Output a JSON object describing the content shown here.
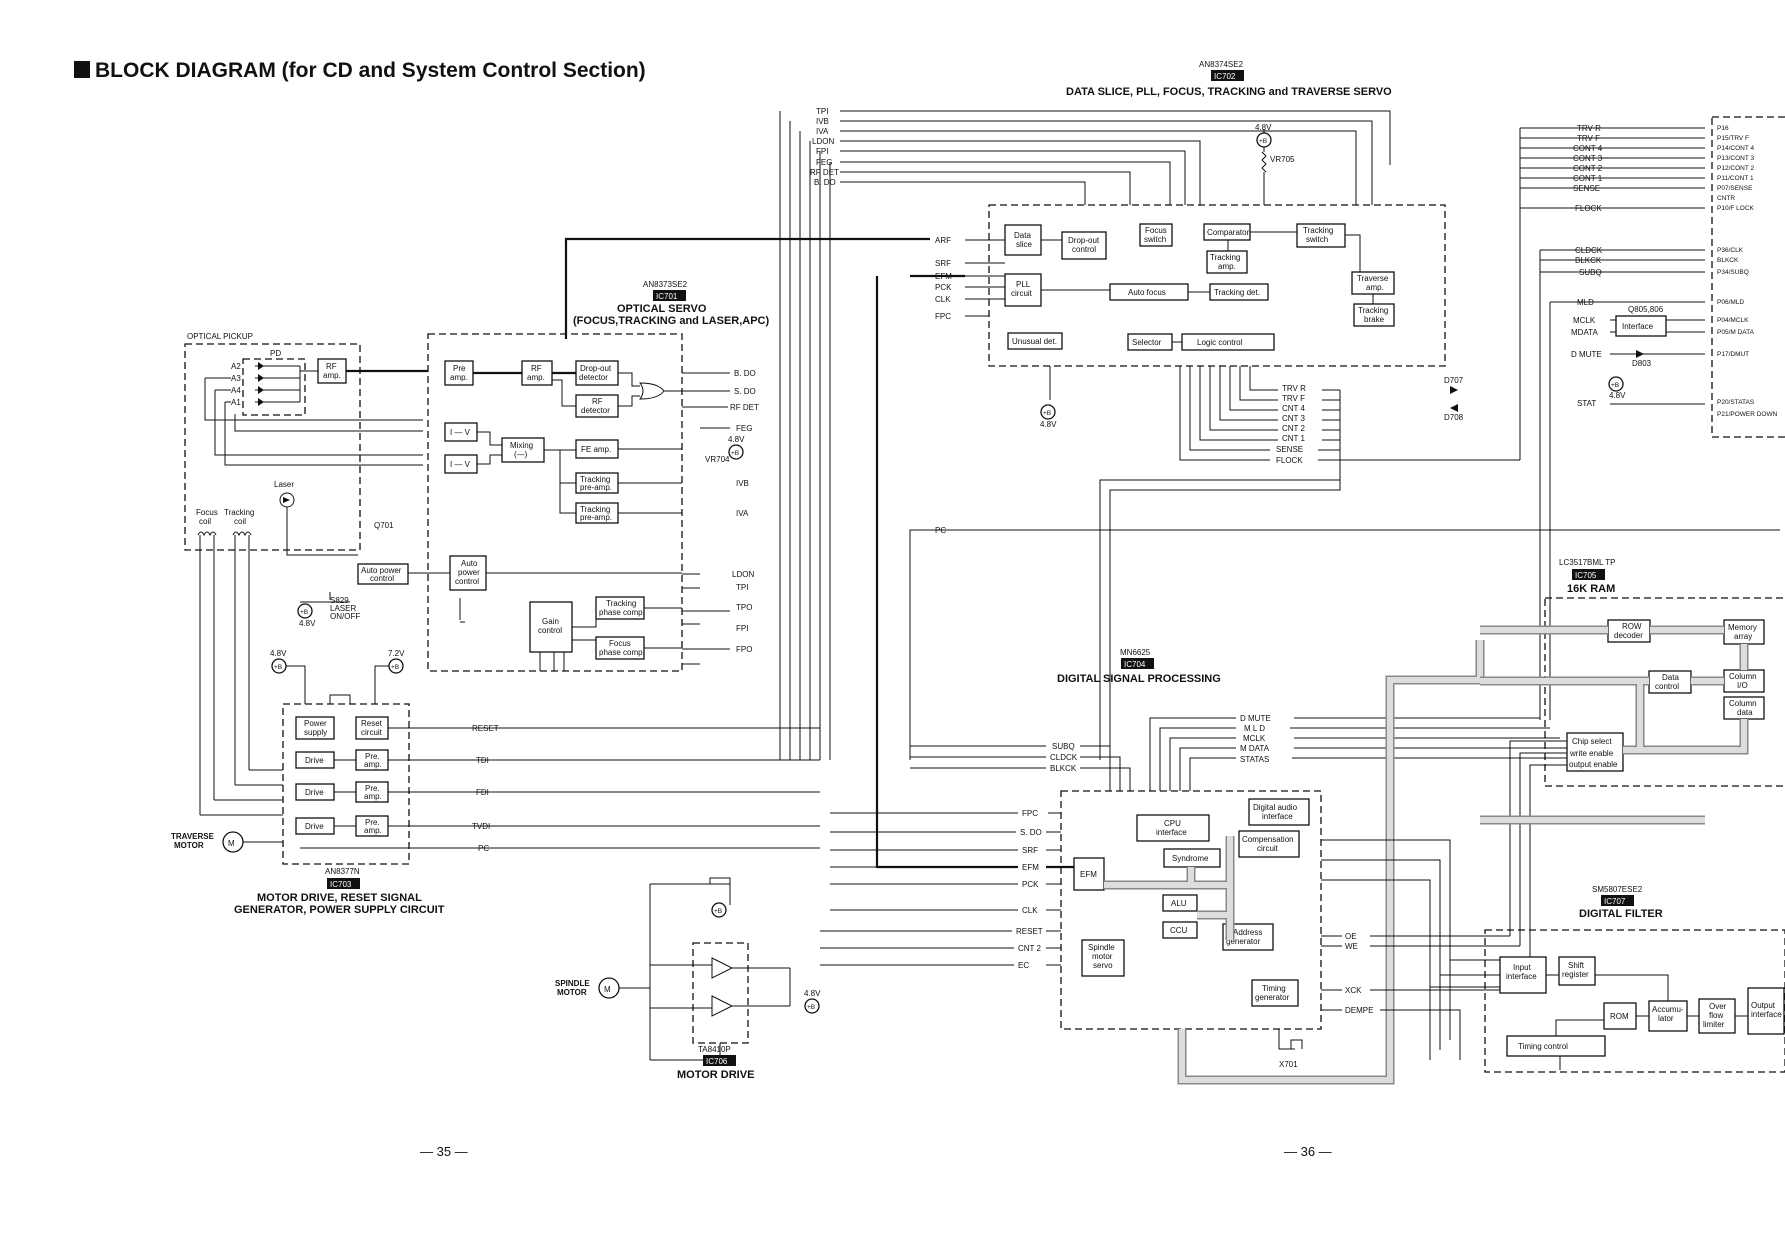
{
  "title": "BLOCK DIAGRAM (for CD and System Control Section)",
  "page_numbers": [
    "— 35 —",
    "— 36 —"
  ],
  "chips": {
    "ic701": {
      "part": "AN8373SE2",
      "ref": "IC701",
      "name1": "OPTICAL SERVO",
      "name2": "(FOCUS,TRACKING and LASER,APC)"
    },
    "ic702": {
      "part": "AN8374SE2",
      "ref": "IC702",
      "name": "DATA SLICE, PLL, FOCUS, TRACKING and TRAVERSE SERVO"
    },
    "ic703": {
      "part": "AN8377N",
      "ref": "IC703",
      "name1": "MOTOR DRIVE, RESET SIGNAL",
      "name2": "GENERATOR, POWER SUPPLY CIRCUIT"
    },
    "ic704": {
      "part": "MN6625",
      "ref": "IC704",
      "name": "DIGITAL SIGNAL PROCESSING"
    },
    "ic705": {
      "part": "LC3517BML TP",
      "ref": "IC705",
      "name": "16K RAM"
    },
    "ic706": {
      "part": "TA8410P",
      "ref": "IC706",
      "name": "MOTOR DRIVE"
    },
    "ic707": {
      "part": "SM5807ESE2",
      "ref": "IC707",
      "name": "DIGITAL FILTER"
    }
  },
  "pickup": {
    "label": "OPTICAL PICKUP",
    "pd": "PD",
    "pins": [
      "A2",
      "A3",
      "A4",
      "A1"
    ],
    "rf_amp": [
      "RF",
      "amp."
    ],
    "laser": "Laser",
    "focus_coil": [
      "Focus",
      "coil"
    ],
    "tracking_coil": [
      "Tracking",
      "coil"
    ]
  },
  "ic701_blocks": {
    "pre_amp": [
      "Pre",
      "amp."
    ],
    "rf_amp": [
      "RF",
      "amp."
    ],
    "dropout": [
      "Drop-out",
      "detector"
    ],
    "rf_det": [
      "RF",
      "detector"
    ],
    "iv1": "I — V",
    "iv2": "I — V",
    "mixing": [
      "Mixing",
      "(—)"
    ],
    "fe_amp": "FE amp.",
    "trk_pre1": [
      "Tracking",
      "pre-amp."
    ],
    "trk_pre2": [
      "Tracking",
      "pre-amp."
    ],
    "apc": [
      "Auto",
      "power",
      "control"
    ],
    "gain": [
      "Gain",
      "control"
    ],
    "trk_phase": [
      "Tracking",
      "phase comp."
    ],
    "focus_phase": [
      "Focus",
      "phase comp."
    ]
  },
  "ic701_signals": [
    "B. DO",
    "S. DO",
    "RF DET",
    "FEG",
    "IVB",
    "IVA",
    "LDON",
    "TPI",
    "TPO",
    "FPI",
    "FPO"
  ],
  "q701": {
    "ref": "Q701",
    "label": [
      "Auto power",
      "control"
    ]
  },
  "s829": [
    "S829",
    "LASER",
    "ON/OFF"
  ],
  "vr704": "VR704",
  "bus_signals": [
    "TPI",
    "IVB",
    "IVA",
    "LDON",
    "FPI",
    "FEG",
    "RF DET",
    "B. DO"
  ],
  "ic702_left_signals": [
    "ARF",
    "SRF",
    "EFM",
    "PCK",
    "CLK",
    "FPC"
  ],
  "ic702_blocks": {
    "data_slice": [
      "Data",
      "slice"
    ],
    "dropout_ctrl": [
      "Drop-out",
      "control"
    ],
    "focus_switch": [
      "Focus",
      "switch"
    ],
    "comparator": "Comparator",
    "trk_amp": [
      "Tracking",
      "amp."
    ],
    "trk_switch": [
      "Tracking",
      "switch"
    ],
    "pll": [
      "PLL",
      "circuit"
    ],
    "auto_focus": "Auto focus",
    "trk_det": "Tracking det.",
    "trav_amp": [
      "Traverse",
      "amp."
    ],
    "trk_brake": [
      "Tracking",
      "brake"
    ],
    "unusual": "Unusual det.",
    "selector": "Selector",
    "logic": "Logic control"
  },
  "ic702_bottom_signals": [
    "TRV R",
    "TRV F",
    "CNT 4",
    "CNT 3",
    "CNT 2",
    "CNT 1",
    "SENSE",
    "FLOCK"
  ],
  "vr705": "VR705",
  "d707": "D707",
  "d708": "D708",
  "supply_48": "4.8V",
  "supply_72": "7.2V",
  "plus_b": "+B",
  "micro_left": [
    "TRV R",
    "TRV F",
    "CONT 4",
    "CONT 3",
    "CONT 2",
    "CONT 1",
    "SENSE",
    "FLOCK",
    "CLDCK",
    "BLKCK",
    "SUBQ",
    "MLD",
    "MCLK",
    "MDATA",
    "D MUTE",
    "STAT"
  ],
  "micro_right": [
    "P16",
    "P15/TRV F",
    "P14/CONT 4",
    "P13/CONT 3",
    "P12/CONT 2",
    "P11/CONT 1",
    "P07/SENSE",
    "CNTR",
    "P10/F LOCK",
    "P36/CLK",
    "BLKCK",
    "P34/SUBQ",
    "P06/MLD",
    "P04/MCLK",
    "P05/M DATA",
    "P17/DMUT",
    "P20/STATAS",
    "P21/POWER DOWN"
  ],
  "micro_interface": "Interface",
  "q805": "Q805,806",
  "d803": "D803",
  "ic703_blocks": {
    "power": [
      "Power",
      "supply"
    ],
    "reset": [
      "Reset",
      "circuit"
    ],
    "drive": "Drive",
    "pre_amp": [
      "Pre.",
      "amp."
    ]
  },
  "ic703_signals": [
    "RESET",
    "TDI",
    "FDI",
    "TVDI",
    "PC"
  ],
  "traverse_motor": [
    "TRAVERSE",
    "MOTOR"
  ],
  "spindle_motor": [
    "SPINDLE",
    "MOTOR"
  ],
  "motor_letter": "M",
  "pc_signal": "PC",
  "ic704_left": [
    "SUBQ",
    "CLDCK",
    "BLKCK",
    "FPC",
    "S. DO",
    "SRF",
    "EFM",
    "PCK",
    "CLK",
    "RESET",
    "CNT 2",
    "EC"
  ],
  "ic704_top": [
    "D MUTE",
    "M L D",
    "MCLK",
    "M DATA",
    "STATAS"
  ],
  "ic704_right": [
    "OE",
    "WE",
    "XCK",
    "DEMPE"
  ],
  "ic704_blocks": {
    "cpu": [
      "CPU",
      "interface"
    ],
    "dai": [
      "Digital audio",
      "interface"
    ],
    "comp": [
      "Compensation",
      "circuit"
    ],
    "syndrome": "Syndrome",
    "efm": "EFM",
    "alu": "ALU",
    "ccu": "CCU",
    "addr": [
      "Address",
      "generator"
    ],
    "spindle": [
      "Spindle",
      "motor",
      "servo"
    ],
    "timing": [
      "Timing",
      "generator"
    ]
  },
  "x701": "X701",
  "ic705_blocks": {
    "row": [
      "ROW",
      "decoder"
    ],
    "mem": [
      "Memory",
      "array"
    ],
    "datactl": [
      "Data",
      "control"
    ],
    "col_io": [
      "Column",
      "I/O"
    ],
    "col_data": [
      "Column",
      "data"
    ],
    "chip_sel": [
      "Chip select",
      "write enable",
      "output enable"
    ]
  },
  "ic707_blocks": {
    "input": [
      "Input",
      "interface"
    ],
    "shift": [
      "Shift",
      "register"
    ],
    "rom": "ROM",
    "accum": [
      "Accumu-",
      "lator"
    ],
    "overflow": [
      "Over",
      "flow",
      "limiter"
    ],
    "output": [
      "Output",
      "interface"
    ],
    "timing": "Timing control"
  }
}
